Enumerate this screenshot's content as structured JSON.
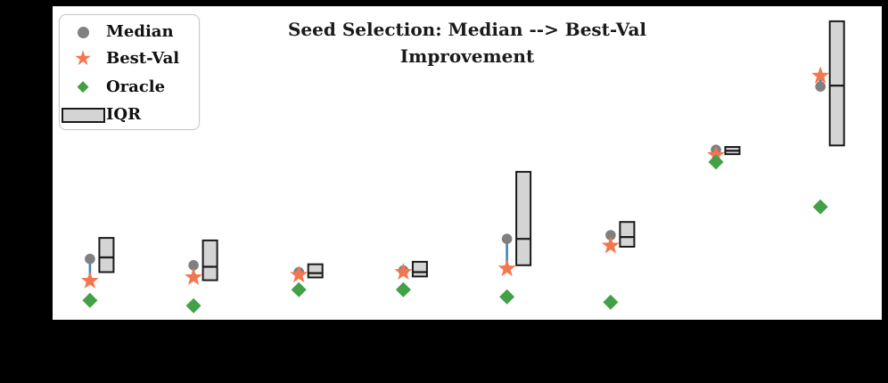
{
  "colors": {
    "background": "#000000",
    "plot_background": "#FFFFFF",
    "spine": "#000000",
    "median": "#808080",
    "best_val": "#F4764F",
    "oracle": "#43A047",
    "iqr_fill": "#D4D4D4",
    "iqr_edge": "#1A1A1A",
    "connector": "#4682B4",
    "title_text": "#1A1A1A"
  },
  "chart_data": {
    "type": "box_and_scatter",
    "title": "Seed Selection: Median --> Best-Val Improvement",
    "title_lines": [
      "Seed Selection: Median --> Best-Val",
      "Improvement"
    ],
    "legend": {
      "position": "upper-left",
      "entries": [
        {
          "label": "Median",
          "marker": "circle",
          "color": "#808080"
        },
        {
          "label": "Best-Val",
          "marker": "star",
          "color": "#F4764F"
        },
        {
          "label": "Oracle",
          "marker": "diamond",
          "color": "#43A047"
        },
        {
          "label": "IQR",
          "marker": "box",
          "color": "#D4D4D4",
          "edge": "#1A1A1A"
        }
      ]
    },
    "axes": {
      "xlabel": "",
      "ylabel": "",
      "x_tick_labels_visible": false,
      "y_tick_labels_visible": false,
      "ylim": [
        0,
        1
      ],
      "y_unit": "fraction of plot height (axis tick labels not visible in image)"
    },
    "groups": [
      {
        "index": 1,
        "x_frac": 0.045,
        "median": 0.194,
        "best_val": 0.124,
        "oracle": 0.062,
        "connector_visible": true,
        "iqr": {
          "q1": 0.152,
          "median": 0.199,
          "q3": 0.261
        }
      },
      {
        "index": 2,
        "x_frac": 0.17,
        "median": 0.174,
        "best_val": 0.135,
        "oracle": 0.045,
        "connector_visible": true,
        "iqr": {
          "q1": 0.126,
          "median": 0.169,
          "q3": 0.253
        }
      },
      {
        "index": 3,
        "x_frac": 0.297,
        "median": 0.152,
        "best_val": 0.143,
        "oracle": 0.096,
        "connector_visible": false,
        "iqr": {
          "q1": 0.135,
          "median": 0.149,
          "q3": 0.177
        }
      },
      {
        "index": 4,
        "x_frac": 0.423,
        "median": 0.157,
        "best_val": 0.152,
        "oracle": 0.096,
        "connector_visible": false,
        "iqr": {
          "q1": 0.138,
          "median": 0.152,
          "q3": 0.185
        }
      },
      {
        "index": 5,
        "x_frac": 0.548,
        "median": 0.258,
        "best_val": 0.163,
        "oracle": 0.073,
        "connector_visible": true,
        "iqr": {
          "q1": 0.174,
          "median": 0.258,
          "q3": 0.472
        }
      },
      {
        "index": 6,
        "x_frac": 0.673,
        "median": 0.27,
        "best_val": 0.236,
        "oracle": 0.056,
        "connector_visible": false,
        "iqr": {
          "q1": 0.233,
          "median": 0.264,
          "q3": 0.312
        }
      },
      {
        "index": 7,
        "x_frac": 0.8,
        "median": 0.542,
        "best_val": 0.525,
        "oracle": 0.503,
        "connector_visible": false,
        "iqr": {
          "q1": 0.528,
          "median": 0.539,
          "q3": 0.551
        }
      },
      {
        "index": 8,
        "x_frac": 0.926,
        "median": 0.744,
        "best_val": 0.778,
        "oracle": 0.36,
        "connector_visible": false,
        "iqr": {
          "q1": 0.556,
          "median": 0.747,
          "q3": 0.952
        }
      }
    ]
  }
}
